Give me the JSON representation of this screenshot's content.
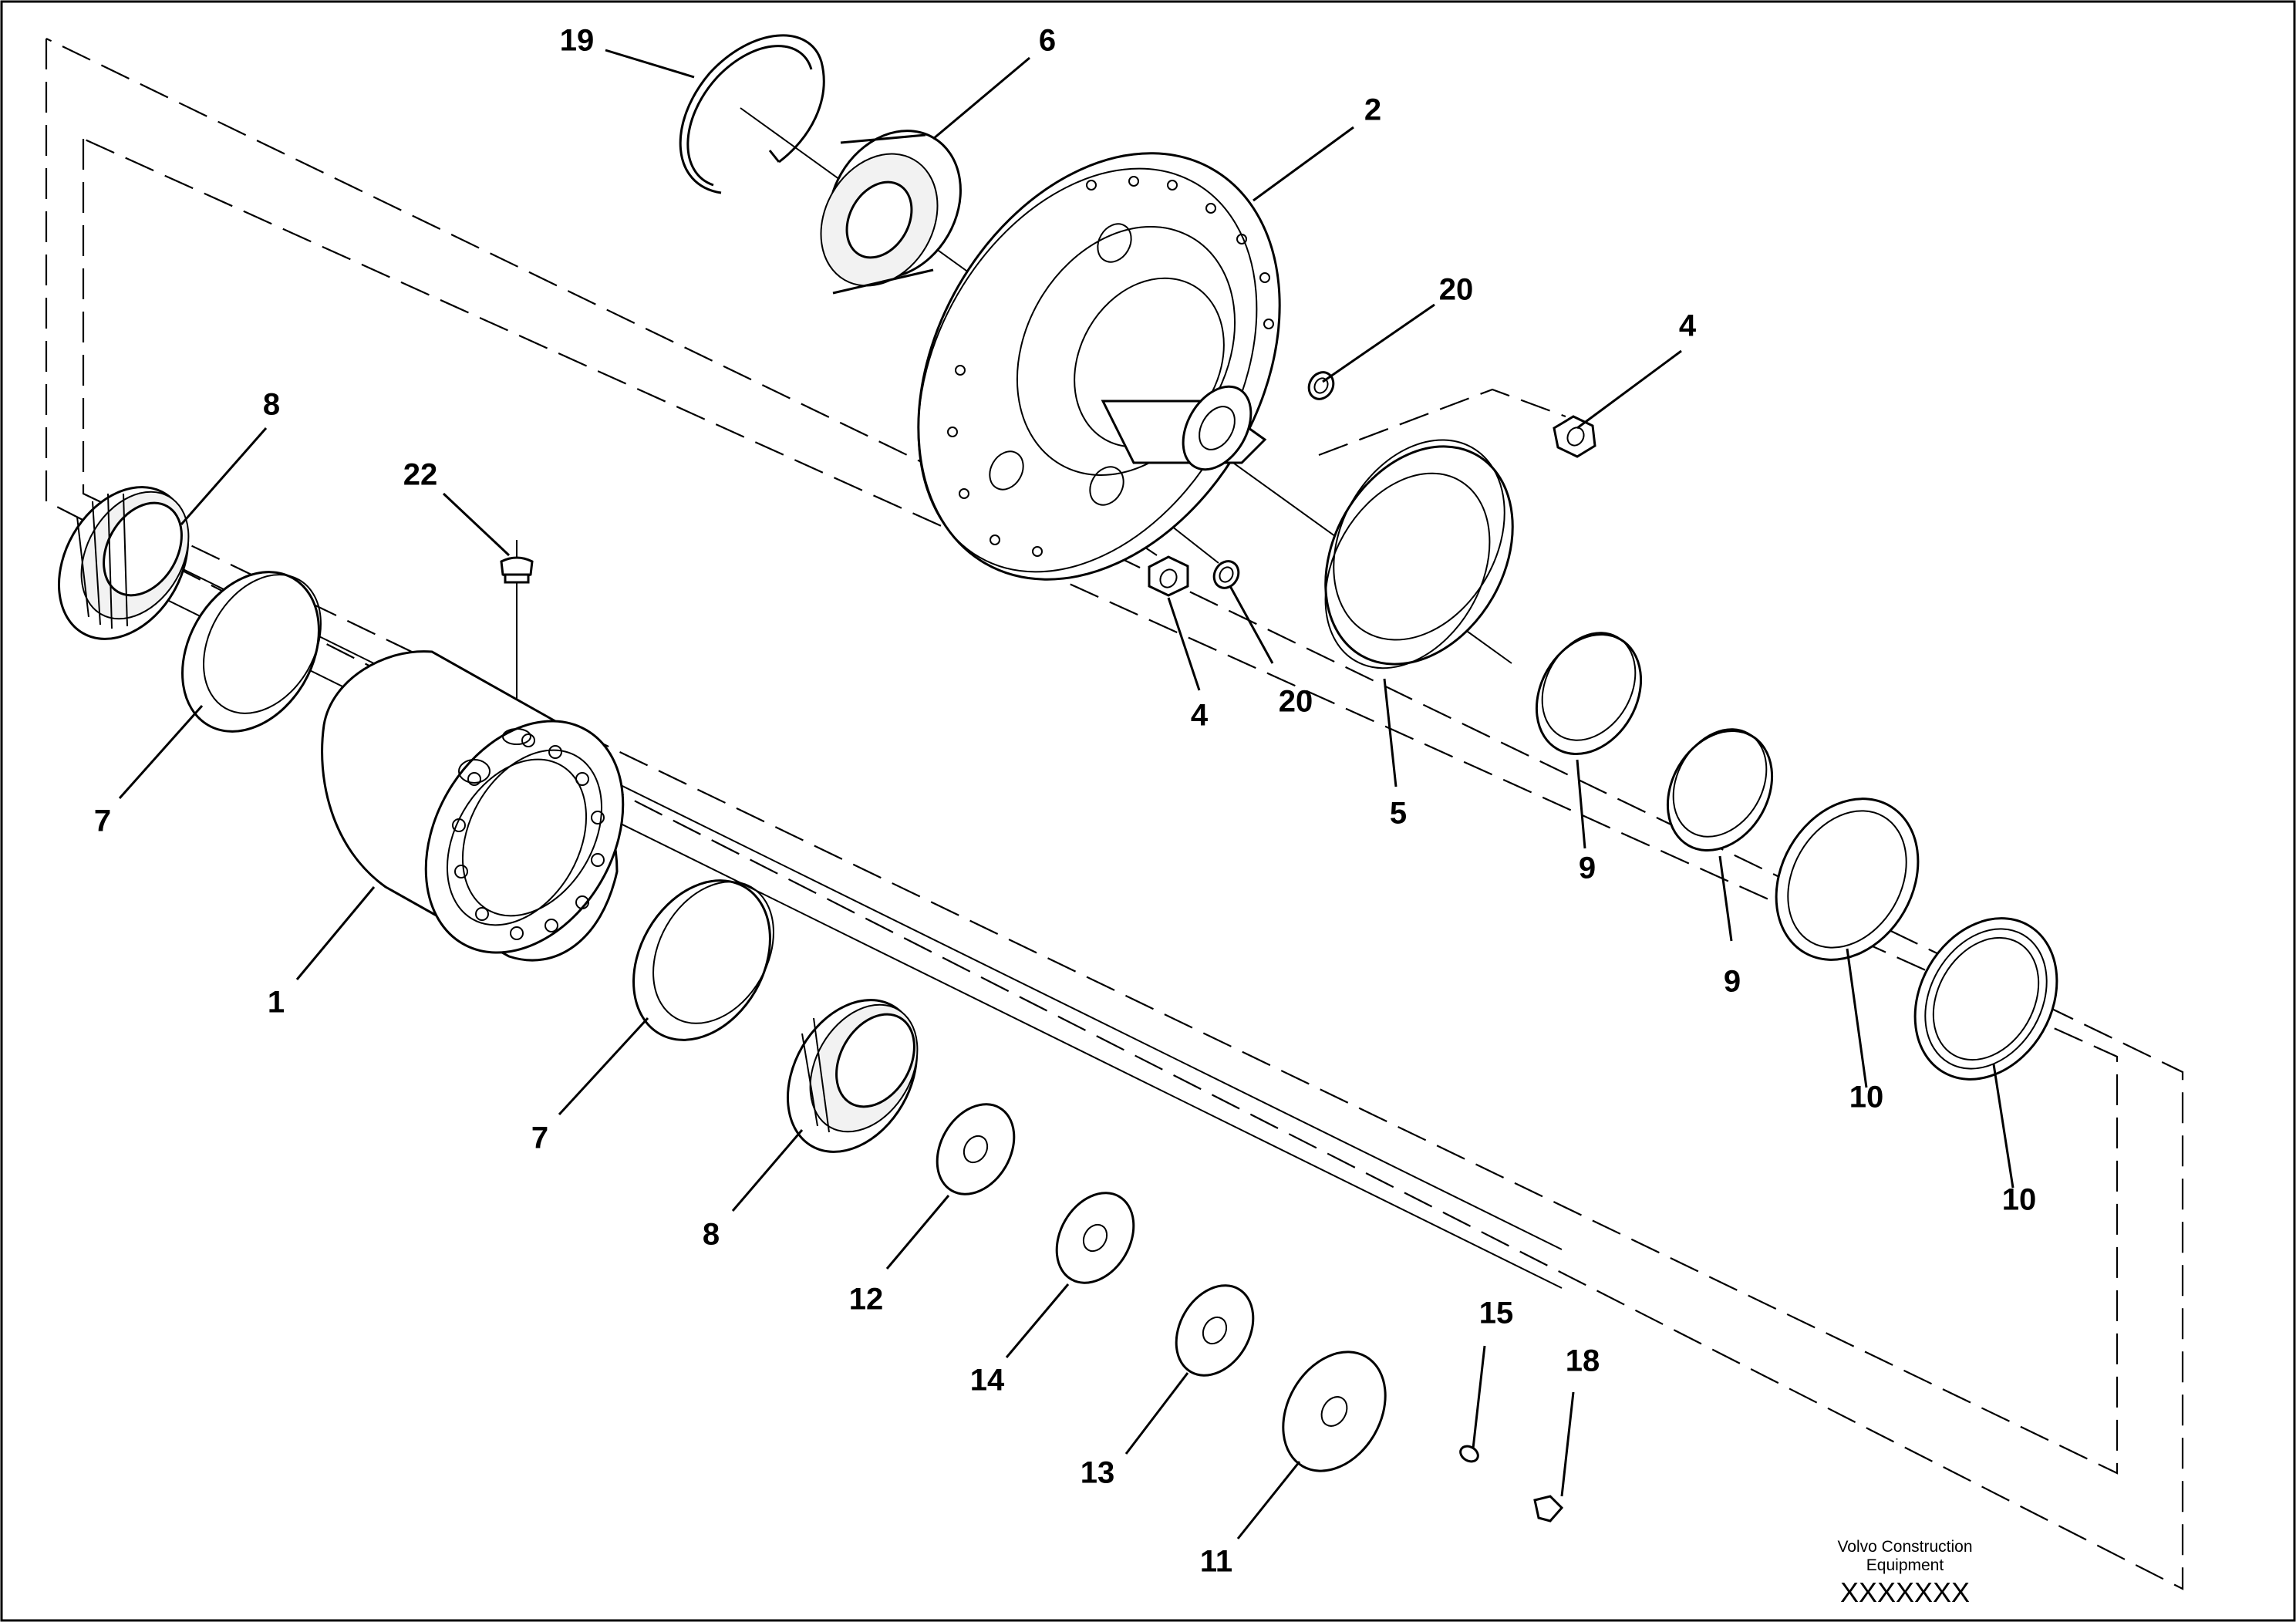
{
  "diagram": {
    "callouts": [
      {
        "id": "c19",
        "text": "19"
      },
      {
        "id": "c6",
        "text": "6"
      },
      {
        "id": "c2",
        "text": "2"
      },
      {
        "id": "c20a",
        "text": "20"
      },
      {
        "id": "c4a",
        "text": "4"
      },
      {
        "id": "c8a",
        "text": "8"
      },
      {
        "id": "c22",
        "text": "22"
      },
      {
        "id": "c4b",
        "text": "4"
      },
      {
        "id": "c20b",
        "text": "20"
      },
      {
        "id": "c7a",
        "text": "7"
      },
      {
        "id": "c5",
        "text": "5"
      },
      {
        "id": "c9a",
        "text": "9"
      },
      {
        "id": "c9b",
        "text": "9"
      },
      {
        "id": "c1",
        "text": "1"
      },
      {
        "id": "c7b",
        "text": "7"
      },
      {
        "id": "c10a",
        "text": "10"
      },
      {
        "id": "c10b",
        "text": "10"
      },
      {
        "id": "c8b",
        "text": "8"
      },
      {
        "id": "c12",
        "text": "12"
      },
      {
        "id": "c14",
        "text": "14"
      },
      {
        "id": "c15",
        "text": "15"
      },
      {
        "id": "c18",
        "text": "18"
      },
      {
        "id": "c13",
        "text": "13"
      },
      {
        "id": "c11",
        "text": "11"
      }
    ]
  },
  "footer": {
    "line1": "Volvo Construction",
    "line2": "Equipment",
    "code": "XXXXXXX"
  }
}
